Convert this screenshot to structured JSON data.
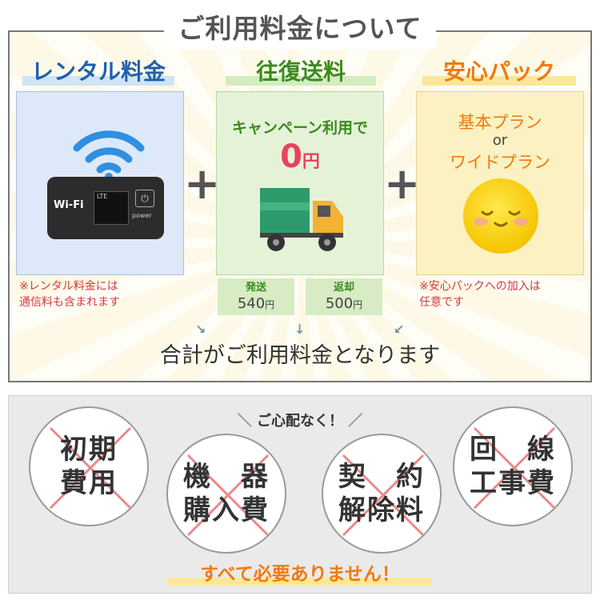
{
  "title": "ご利用料金について",
  "sections": {
    "rental": {
      "heading": "レンタル料金",
      "device_label": "Wi-Fi",
      "device_lte": "LTE",
      "device_power": "power",
      "note": "※レンタル料金には\n通信料も含まれます"
    },
    "shipping": {
      "heading": "往復送料",
      "campaign": "キャンペーン利用で",
      "price_value": "0",
      "price_unit": "円",
      "send_label": "発送",
      "send_value": "540",
      "return_label": "返却",
      "return_value": "500",
      "unit": "円"
    },
    "anshin": {
      "heading": "安心パック",
      "plan1": "基本プラン",
      "or": "or",
      "plan2": "ワイドプラン",
      "note": "※安心パックへの加入は\n任意です"
    }
  },
  "plus": "+",
  "total": "合計がご利用料金となります",
  "worry": "ご心配なく！",
  "bubbles": [
    {
      "line1": "初期",
      "line2": "費用"
    },
    {
      "line1": "機　器",
      "line2": "購入費"
    },
    {
      "line1": "契　約",
      "line2": "解除料"
    },
    {
      "line1": "回　線",
      "line2": "工事費"
    }
  ],
  "final": "すべて必要ありません！",
  "colors": {
    "rental_blue": "#1f5fae",
    "ship_green": "#3b8a1e",
    "anshin_orange": "#f07a12",
    "zero_red": "#e9435f",
    "note_red": "#d23b3b",
    "cross_red": "#e88a8a"
  },
  "icons": [
    "wifi-icon",
    "truck-icon",
    "smiley-icon",
    "cross-icon"
  ]
}
